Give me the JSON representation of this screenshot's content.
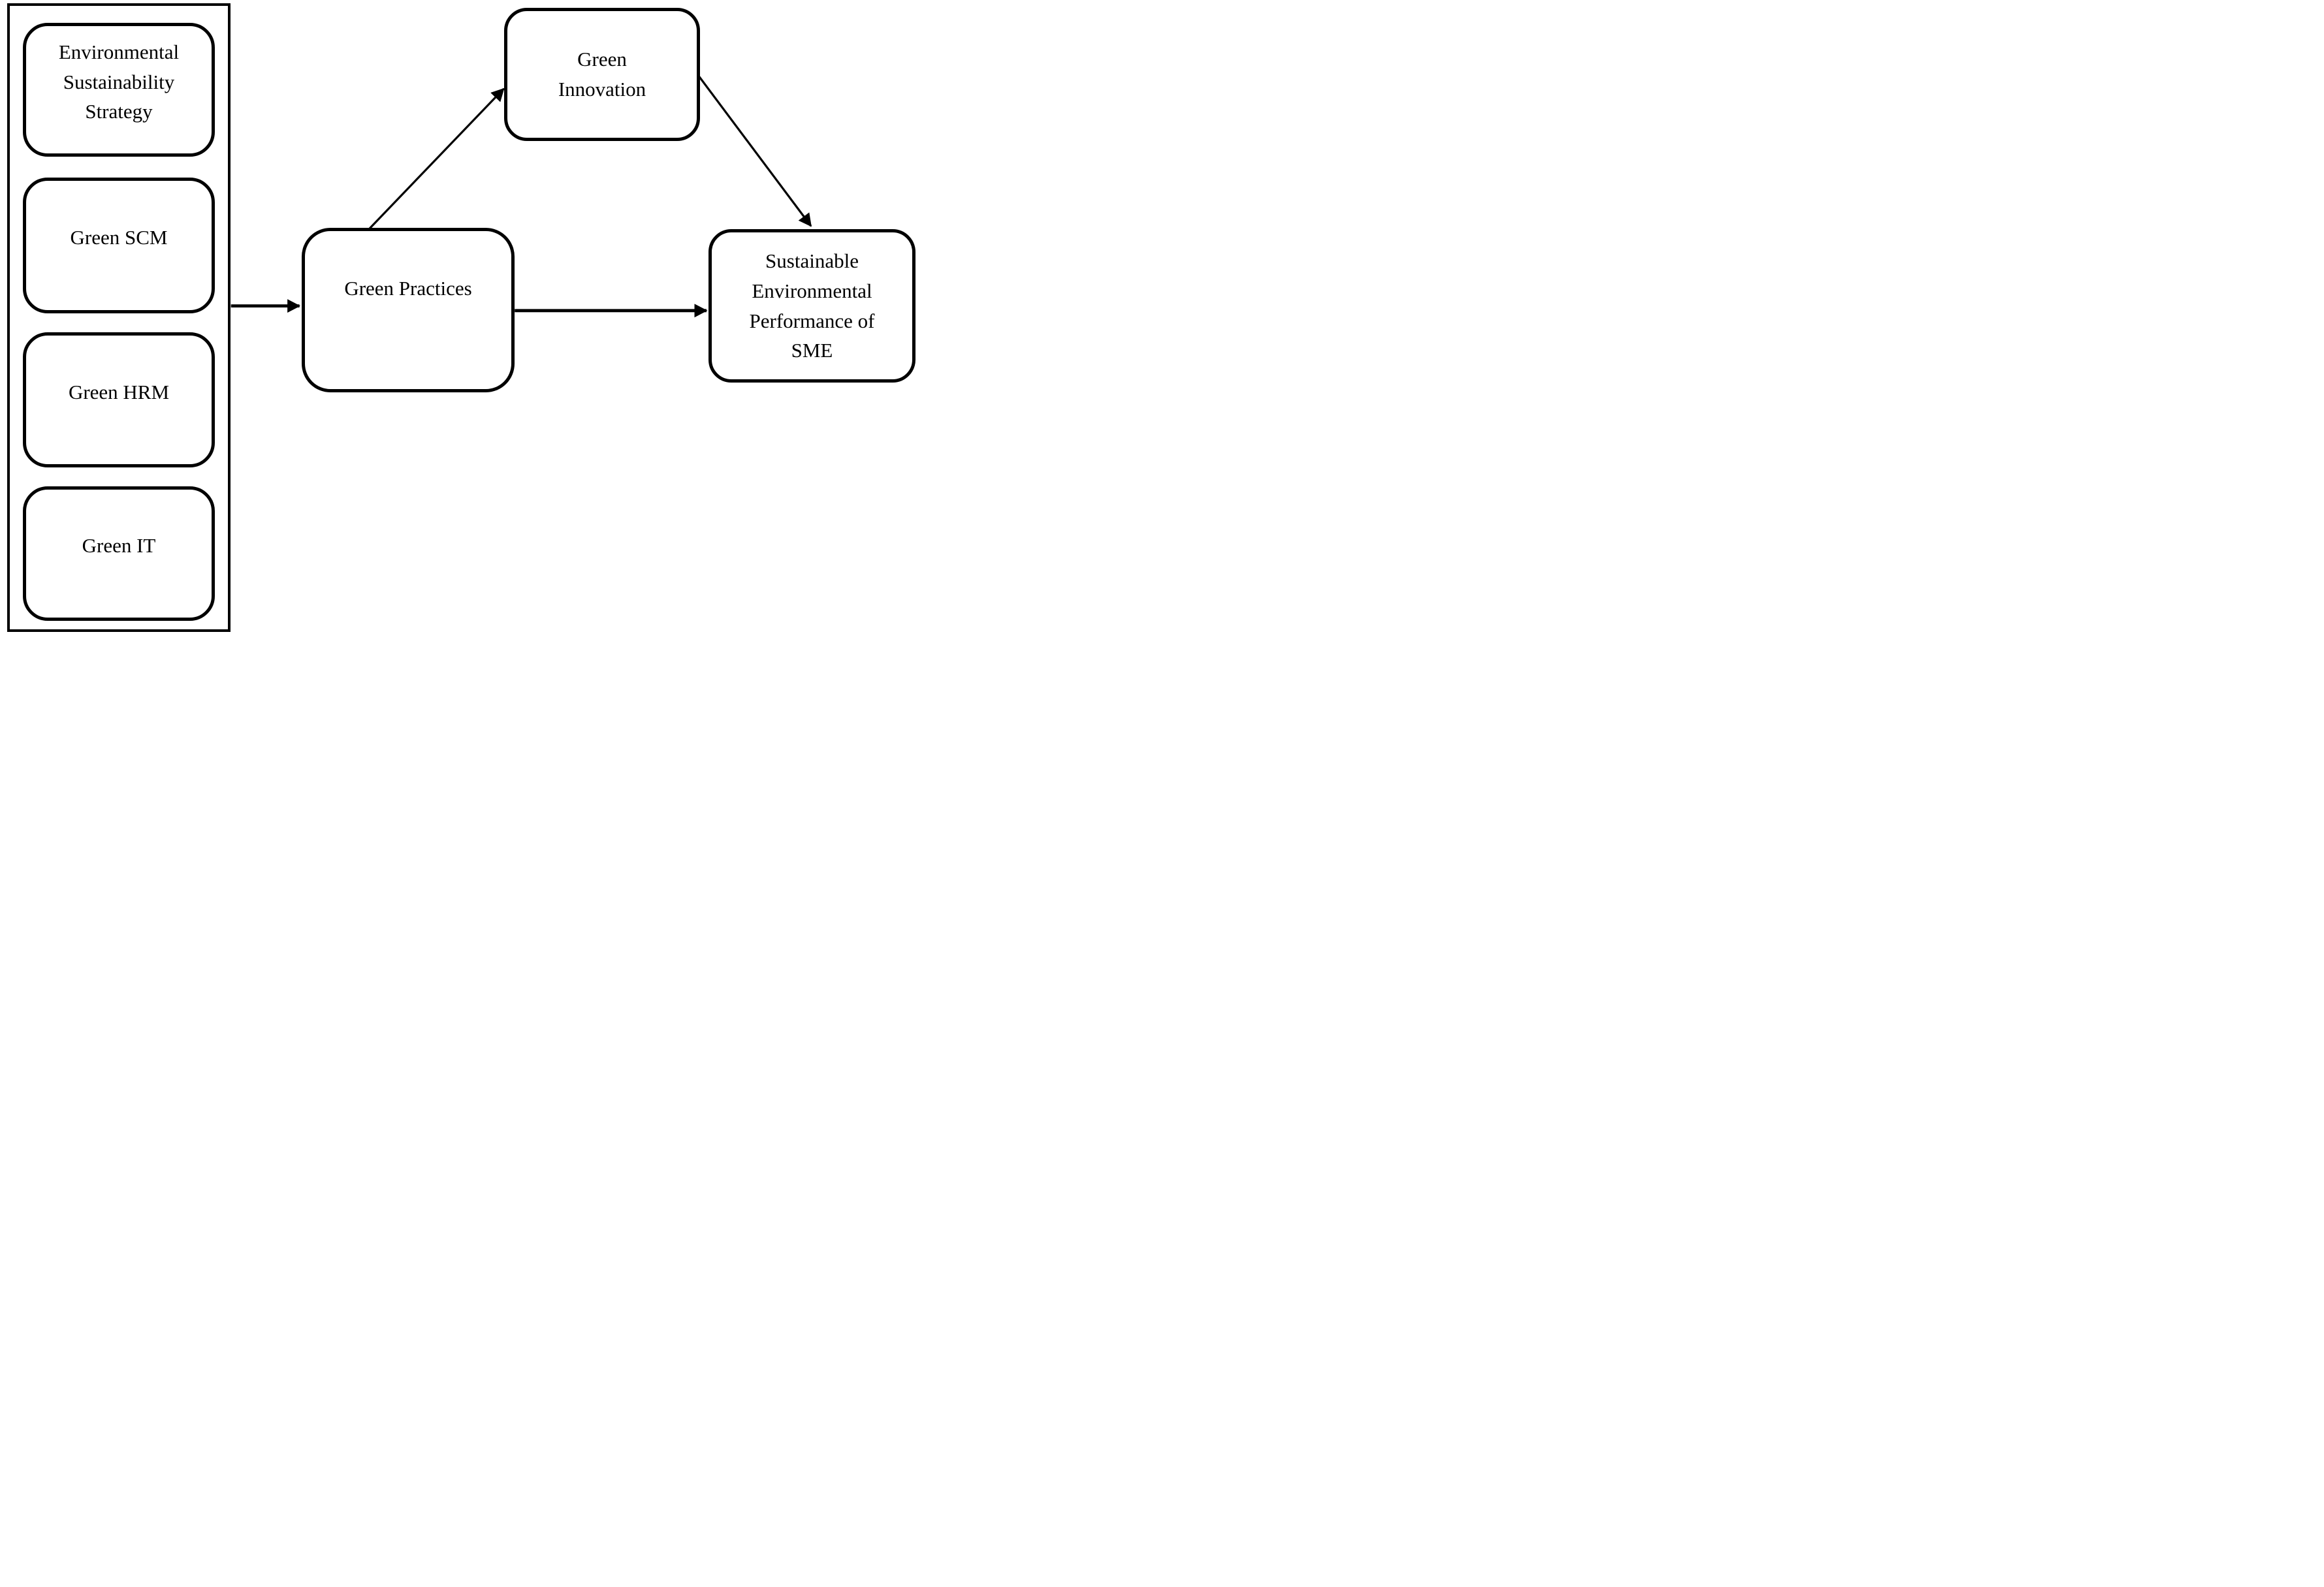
{
  "figure": {
    "type": "diagram",
    "description": "Conceptual framework: green practice antecedents leading to green practices, green innovation and sustainable environmental performance of SME",
    "theme": {
      "ink_color": "#000000",
      "background_color": "#ffffff"
    },
    "nodes": {
      "ess": {
        "label": "Environmental Sustainability Strategy",
        "lines": [
          "Environmental",
          "Sustainability",
          "Strategy"
        ]
      },
      "scm": {
        "label": "Green SCM",
        "lines": [
          "Green SCM"
        ]
      },
      "hrm": {
        "label": "Green HRM",
        "lines": [
          "Green HRM"
        ]
      },
      "it": {
        "label": "Green IT",
        "lines": [
          "Green IT"
        ]
      },
      "gp": {
        "label": "Green Practices",
        "lines": [
          "Green Practices"
        ]
      },
      "gi": {
        "label": "Green Innovation",
        "lines": [
          "Green",
          "Innovation"
        ]
      },
      "sme": {
        "label": "Sustainable Environmental Performance of SME",
        "lines": [
          "Sustainable",
          "Environmental",
          "Performance of",
          "SME"
        ]
      }
    },
    "edges": [
      {
        "id": "antecedents-to-practices",
        "from": "antecedents-container",
        "to": "green-practices",
        "style": "solid-arrow"
      },
      {
        "id": "practices-to-innovation",
        "from": "green-practices",
        "to": "green-innovation",
        "style": "solid-arrow"
      },
      {
        "id": "innovation-to-performance",
        "from": "green-innovation",
        "to": "sustainable-environmental-performance-of-sme",
        "style": "solid-arrow"
      },
      {
        "id": "practices-to-performance",
        "from": "green-practices",
        "to": "sustainable-environmental-performance-of-sme",
        "style": "solid-arrow"
      }
    ]
  }
}
